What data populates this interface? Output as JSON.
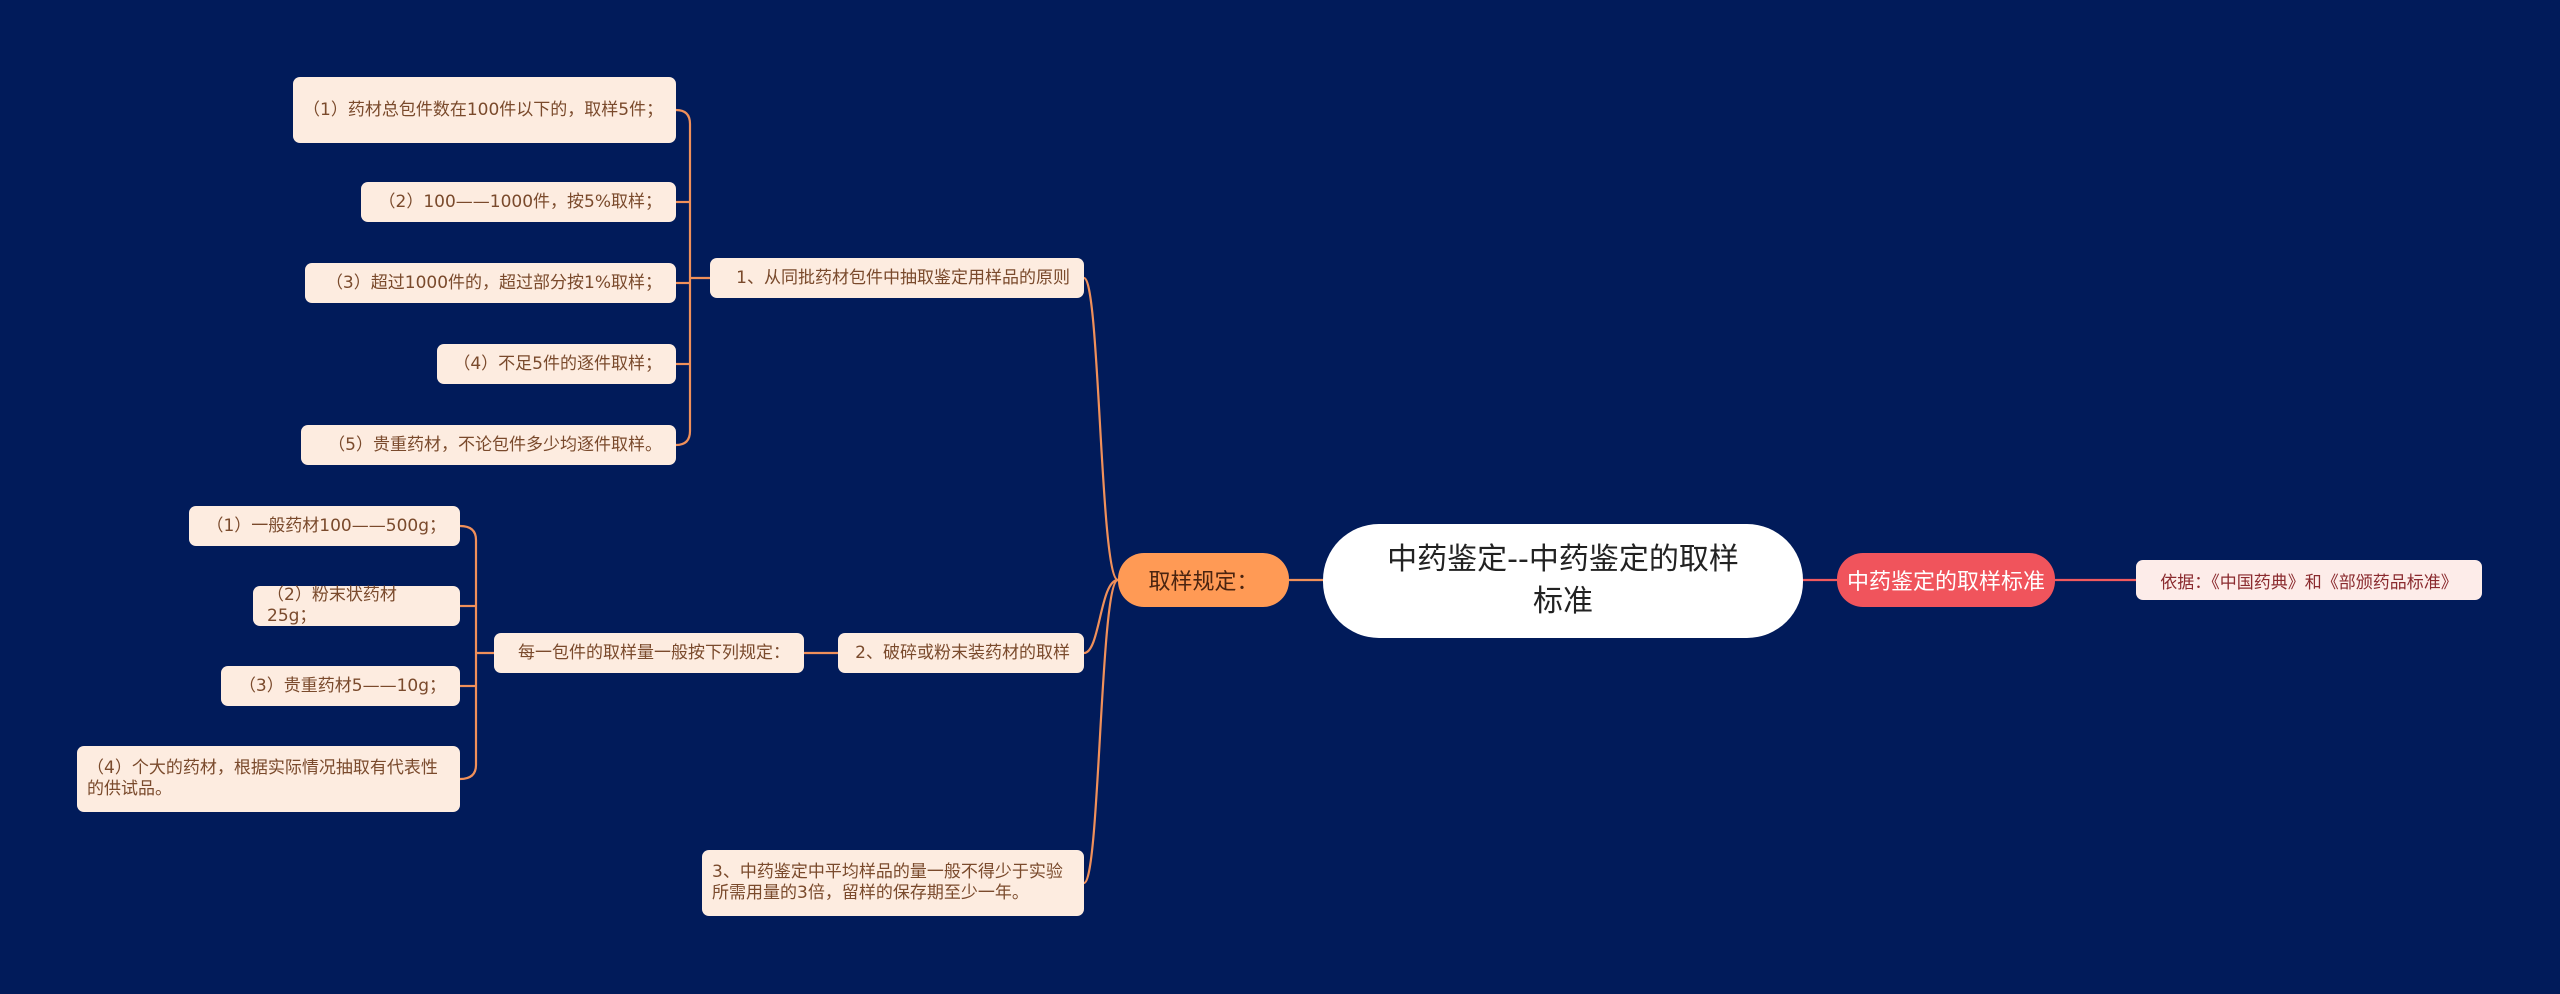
{
  "colors": {
    "background": "#011b5a",
    "link_left": "#f0905a",
    "link_right": "#f05a5e",
    "center_fill": "#ffffff",
    "orange_fill": "#ff9a55",
    "red_fill": "#f0545c",
    "leaf_fill": "#fdece0"
  },
  "center": {
    "label": "中药鉴定--中药鉴定的取样标准"
  },
  "left_branch": {
    "label": "取样规定：",
    "rule1": {
      "label": "1、从同批药材包件中抽取鉴定用样品的原则",
      "items": [
        "（1）药材总包件数在100件以下的，取样5件；",
        "（2）100——1000件，按5%取样；",
        "（3）超过1000件的，超过部分按1%取样；",
        "（4）不足5件的逐件取样；",
        "（5）贵重药材，不论包件多少均逐件取样。"
      ]
    },
    "rule2": {
      "label": "2、破碎或粉末装药材的取样",
      "sub": {
        "label": "每一包件的取样量一般按下列规定：",
        "items": [
          "（1）一般药材100——500g；",
          "（2）粉末状药材25g；",
          "（3）贵重药材5——10g；",
          "（4）个大的药材，根据实际情况抽取有代表性的供试品。"
        ]
      }
    },
    "rule3": {
      "label": "3、中药鉴定中平均样品的量一般不得少于实验所需用量的3倍，留样的保存期至少一年。"
    }
  },
  "right_branch": {
    "label": "中药鉴定的取样标准",
    "source": "依据：《中国药典》和《部颁药品标准》"
  }
}
